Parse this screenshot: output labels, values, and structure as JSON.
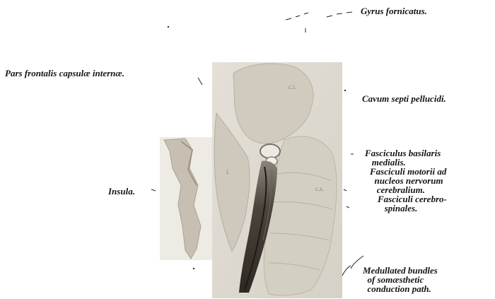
{
  "figure": {
    "labels": {
      "gyrus_fornicatus": "Gyrus fornicatus.",
      "pars_frontalis": "Pars frontalis capsulæ internæ.",
      "cavum_septi": "Cavum septi pellucidi.",
      "fasciculus_basilaris": "Fasciculus basilaris\n   medialis.",
      "fasciculi_motorii": "Fasciculi motorii ad\n  nucleos nervorum\n   cerebralium.",
      "fasciculi_cerebrospinales": "Fasciculi cerebro-\n   spinales.",
      "insula": "Insula.",
      "medullated_bundles": "Medullated bundles\n  of somæsthetic\n  conduction path."
    },
    "colors": {
      "tissue_light": "#ddd8cc",
      "tissue_mid": "#c9c3b6",
      "tract_dark": "#3a342c",
      "insula_strip": "#c7c0b2"
    }
  }
}
